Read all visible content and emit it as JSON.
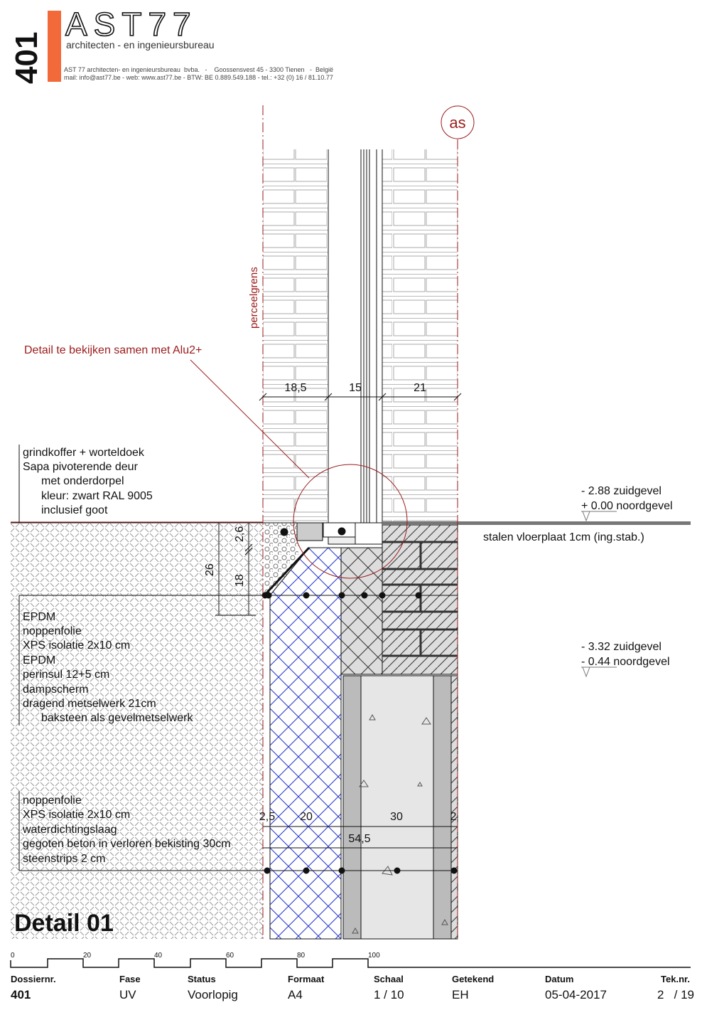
{
  "header": {
    "dossier_vertical": "401",
    "logo": "AST77",
    "subtitle": "architecten - en ingenieursbureau",
    "address_line1": "AST 77 architecten- en ingenieursbureau  bvba.   -    Goossensvest 45 - 3300 Tienen   -  België",
    "address_line2": "mail: info@ast77.be - web: www.ast77.be - BTW:  BE 0.889.549.188 - tel.: +32 (0) 16 / 81.10.77",
    "brand_color": "#f26a3a"
  },
  "drawing": {
    "axis_label": "as",
    "boundary_label": "perceelgrens",
    "note": "Detail te bekijken samen met Alu2+",
    "dims_top": [
      "18,5",
      "15",
      "21"
    ],
    "dims_vertical": [
      "26",
      "18",
      "2,6"
    ],
    "dims_bottom": [
      "2,5",
      "20",
      "30",
      "2",
      "54,5"
    ],
    "labels_top": [
      "grindkoffer + worteldoek",
      "Sapa pivoterende deur",
      "met onderdorpel",
      "kleur: zwart RAL 9005",
      "inclusief goot"
    ],
    "labels_mid": [
      "EPDM",
      "noppenfolie",
      "XPS isolatie 2x10 cm",
      "EPDM",
      "perinsul 12+5 cm",
      "dampscherm",
      "dragend metselwerk 21cm",
      "baksteen als gevelmetselwerk"
    ],
    "labels_bottom": [
      "noppenfolie",
      "XPS isolatie 2x10 cm",
      "waterdichtingslaag",
      "gegoten beton in verloren bekisting 30cm",
      "steenstrips 2 cm"
    ],
    "floor_label": "stalen vloerplaat 1cm (ing.stab.)",
    "level1": [
      "- 2.88 zuidgevel",
      "+ 0.00 noordgevel"
    ],
    "level2": [
      "- 3.32 zuidgevel",
      "- 0.44 noordgevel"
    ],
    "title": "Detail 01",
    "accent_red": "#9b1b1b",
    "insulation_blue": "#2233cc"
  },
  "scale_bar": [
    "0",
    "20",
    "40",
    "60",
    "80",
    "100"
  ],
  "titleblock": [
    {
      "header": "Dossiernr.",
      "value": "401"
    },
    {
      "header": "Fase",
      "value": "UV"
    },
    {
      "header": "Status",
      "value": "Voorlopig"
    },
    {
      "header": "Formaat",
      "value": "A4"
    },
    {
      "header": "Schaal",
      "value": "1 / 10"
    },
    {
      "header": "Getekend",
      "value": "EH"
    },
    {
      "header": "Datum",
      "value": "05-04-2017"
    },
    {
      "header": "Tek.nr.",
      "value": "2   / 19"
    }
  ]
}
